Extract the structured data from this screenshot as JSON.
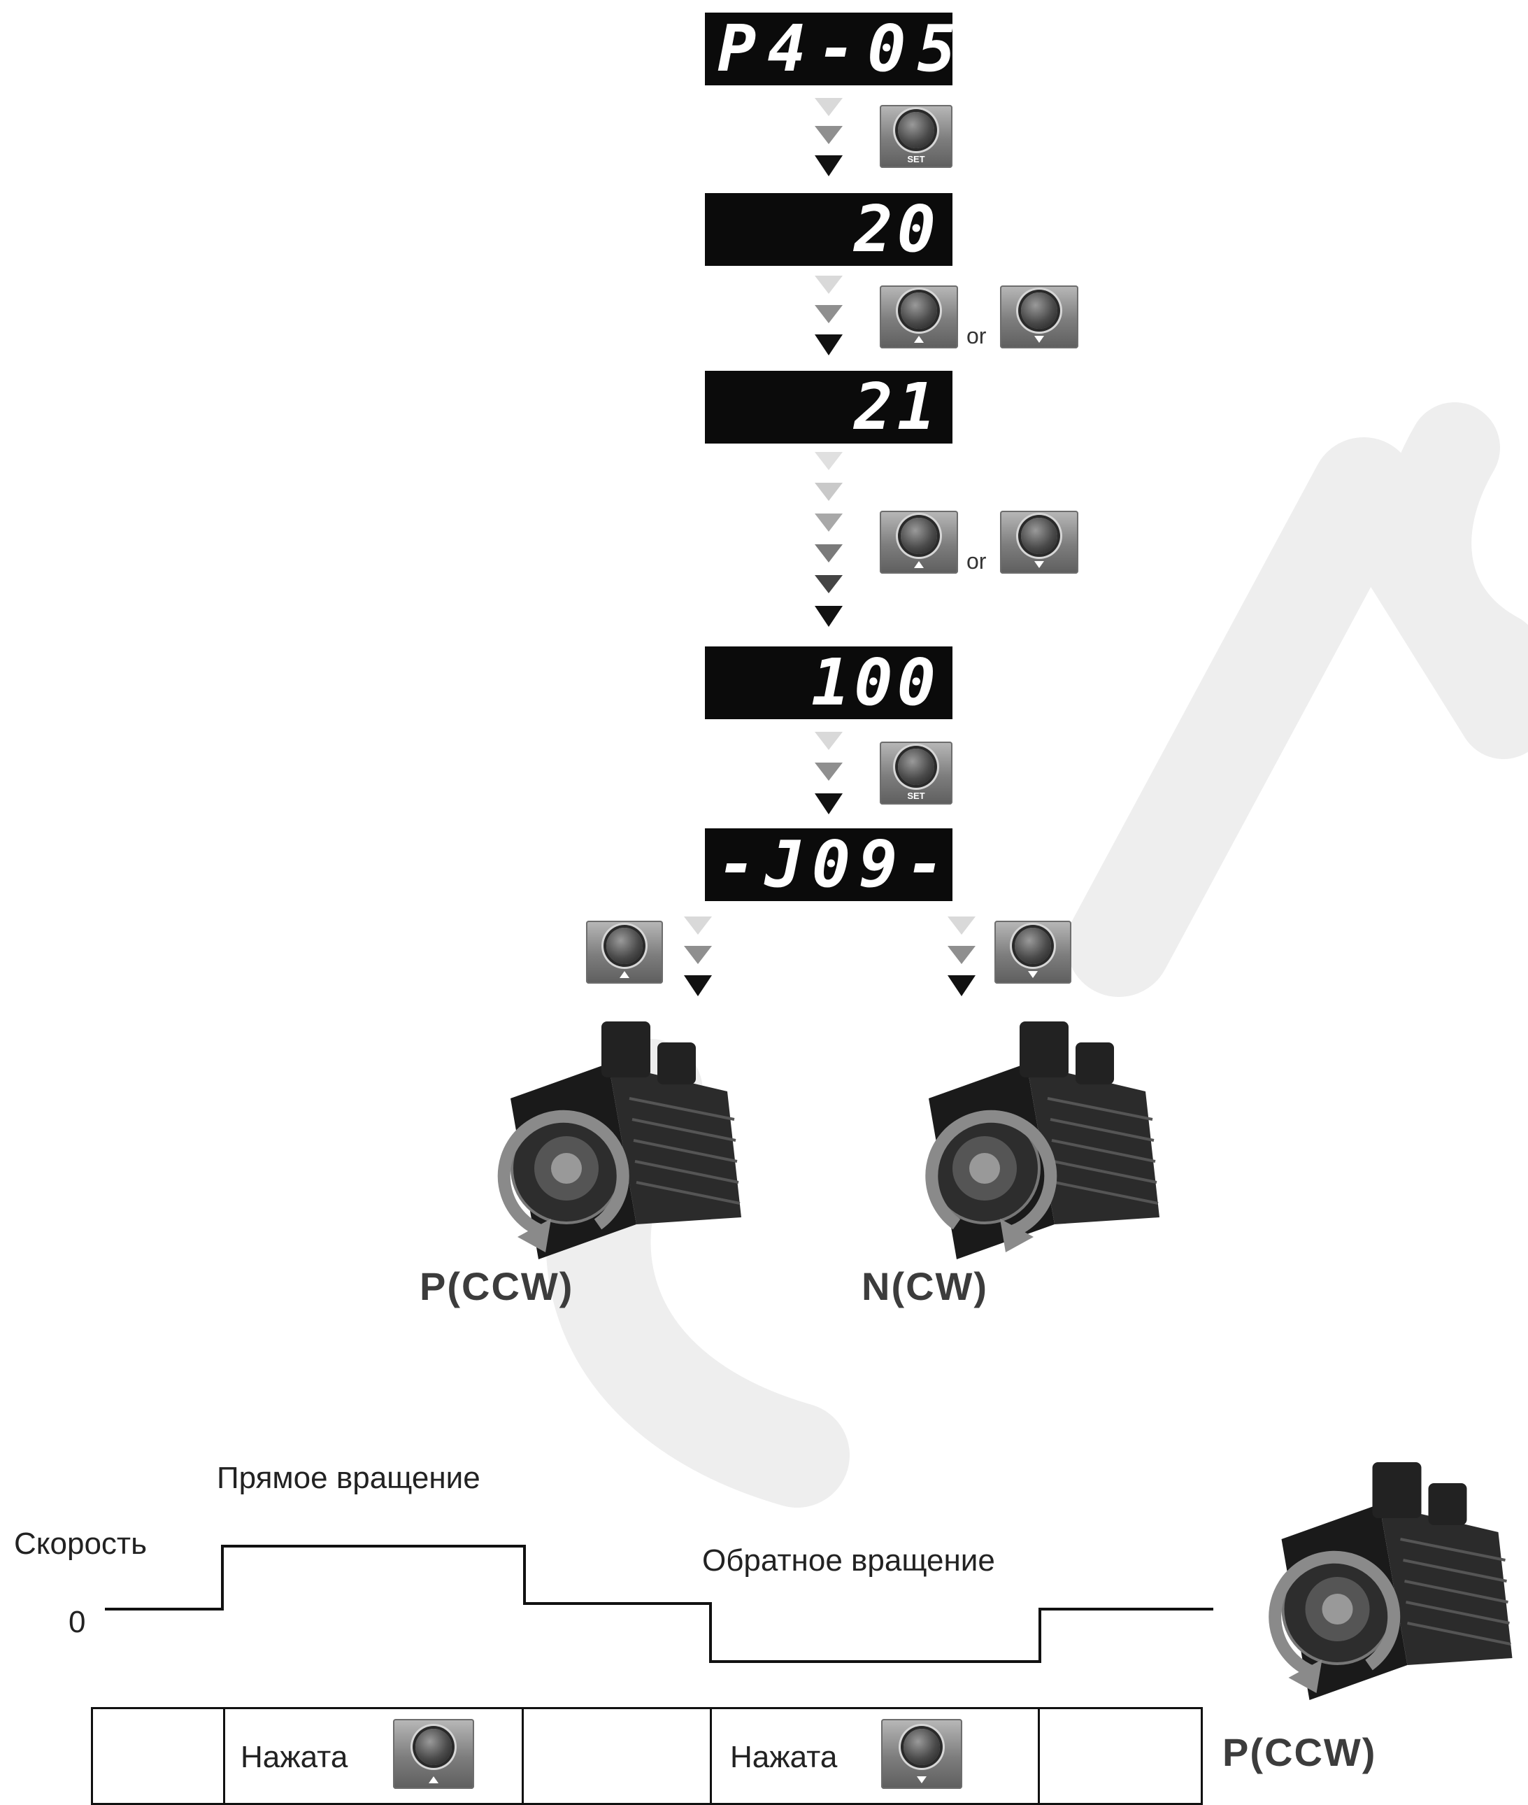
{
  "displays": {
    "d1": "P4-05",
    "d2": "20",
    "d3": "21",
    "d4": "100",
    "d5": "-J09-"
  },
  "keys": {
    "set_label": "SET",
    "or_text": "or"
  },
  "motors": {
    "left_caption": "P(CCW)",
    "right_caption": "N(CW)",
    "timing_caption": "P(CCW)"
  },
  "timing": {
    "forward_label": "Прямое вращение",
    "reverse_label": "Обратное вращение",
    "speed_label": "Скорость",
    "zero_label": "0",
    "pressed_label_1": "Нажата",
    "pressed_label_2": "Нажата"
  },
  "colors": {
    "display_bg": "#0b0b0b",
    "watermark": "#efefef"
  }
}
